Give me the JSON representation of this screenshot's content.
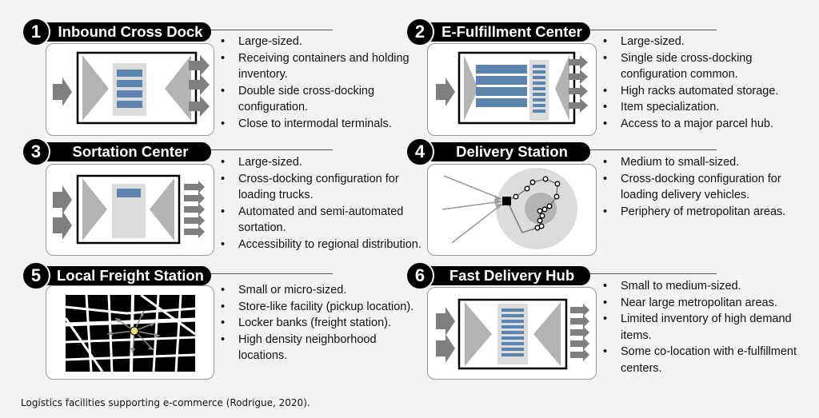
{
  "caption": "Logistics facilities supporting e-commerce (Rodrigue, 2020).",
  "colors": {
    "blue": "#5b84ae",
    "gray_triangle": "#b3b3b3",
    "gray_arrow": "#7f7f7f",
    "gray_block": "#dcdcdc",
    "title_bar": "#000000"
  },
  "panels": [
    {
      "number": "1",
      "title": "Inbound Cross Dock",
      "icon": "cross-dock-icon",
      "bullets": [
        "Large-sized.",
        "Receiving containers and holding inventory.",
        "Double side cross-docking configuration.",
        "Close to intermodal terminals."
      ]
    },
    {
      "number": "2",
      "title": "E-Fulfillment Center",
      "icon": "fulfillment-center-icon",
      "bullets": [
        "Large-sized.",
        "Single side cross-docking configuration common.",
        "High racks automated storage.",
        "Item specialization.",
        "Access to a major parcel hub."
      ]
    },
    {
      "number": "3",
      "title": "Sortation Center",
      "icon": "sortation-center-icon",
      "bullets": [
        "Large-sized.",
        "Cross-docking configuration for loading trucks.",
        "Automated and semi-automated sortation.",
        "Accessibility to regional distribution."
      ]
    },
    {
      "number": "4",
      "title": "Delivery Station",
      "icon": "delivery-station-icon",
      "bullets": [
        "Medium to small-sized.",
        "Cross-docking configuration for loading delivery vehicles.",
        "Periphery of metropolitan areas."
      ]
    },
    {
      "number": "5",
      "title": "Local Freight Station",
      "icon": "street-map-icon",
      "bullets": [
        "Small or micro-sized.",
        "Store-like facility (pickup location).",
        "Locker banks (freight station).",
        "High density neighborhood locations."
      ]
    },
    {
      "number": "6",
      "title": "Fast Delivery Hub",
      "icon": "fast-delivery-hub-icon",
      "bullets": [
        "Small to medium-sized.",
        "Near large metropolitan areas.",
        "Limited inventory of high demand items.",
        "Some co-location with e-fulfillment centers."
      ]
    }
  ]
}
